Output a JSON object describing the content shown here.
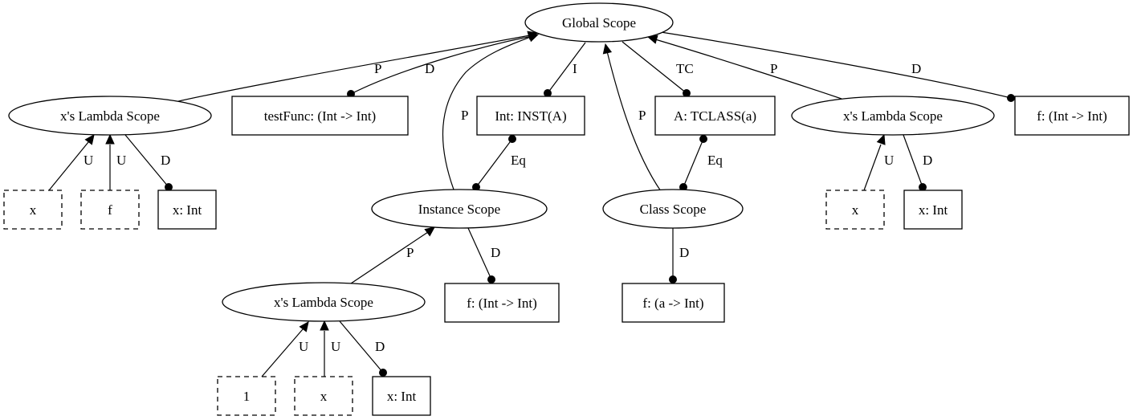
{
  "nodes": {
    "global_scope": {
      "label": "Global Scope",
      "kind": "scope"
    },
    "lambda_scope_left": {
      "label": "x's Lambda Scope",
      "kind": "scope"
    },
    "testfunc_decl": {
      "label": "testFunc: (Int -> Int)",
      "kind": "declaration"
    },
    "inst_decl": {
      "label": "Int: INST(A)",
      "kind": "declaration"
    },
    "tclass_decl": {
      "label": "A: TCLASS(a)",
      "kind": "declaration"
    },
    "lambda_scope_right": {
      "label": "x's Lambda Scope",
      "kind": "scope"
    },
    "f_decl_global": {
      "label": "f: (Int -> Int)",
      "kind": "declaration"
    },
    "x_ref_left": {
      "label": "x",
      "kind": "reference"
    },
    "f_ref_left": {
      "label": "f",
      "kind": "reference"
    },
    "x_decl_left": {
      "label": "x: Int",
      "kind": "declaration"
    },
    "instance_scope": {
      "label": "Instance Scope",
      "kind": "scope"
    },
    "class_scope": {
      "label": "Class Scope",
      "kind": "scope"
    },
    "x_ref_right": {
      "label": "x",
      "kind": "reference"
    },
    "x_decl_right": {
      "label": "x: Int",
      "kind": "declaration"
    },
    "lambda_scope_inner": {
      "label": "x's Lambda Scope",
      "kind": "scope"
    },
    "f_decl_instance": {
      "label": "f: (Int -> Int)",
      "kind": "declaration"
    },
    "f_decl_class": {
      "label": "f: (a -> Int)",
      "kind": "declaration"
    },
    "one_ref": {
      "label": "1",
      "kind": "reference"
    },
    "x_ref_inner": {
      "label": "x",
      "kind": "reference"
    },
    "x_decl_inner": {
      "label": "x: Int",
      "kind": "declaration"
    }
  },
  "edges": [
    {
      "id": "e1",
      "from": "lambda_scope_left",
      "to": "global_scope",
      "label": "P",
      "head": "arrow"
    },
    {
      "id": "e2",
      "from": "global_scope",
      "to": "testfunc_decl",
      "label": "D",
      "head": "dot"
    },
    {
      "id": "e3",
      "from": "instance_scope",
      "to": "global_scope",
      "label": "P",
      "head": "arrow"
    },
    {
      "id": "e4",
      "from": "global_scope",
      "to": "inst_decl",
      "label": "I",
      "head": "dot"
    },
    {
      "id": "e5",
      "from": "class_scope",
      "to": "global_scope",
      "label": "P",
      "head": "arrow"
    },
    {
      "id": "e6",
      "from": "global_scope",
      "to": "tclass_decl",
      "label": "TC",
      "head": "dot"
    },
    {
      "id": "e7",
      "from": "lambda_scope_right",
      "to": "global_scope",
      "label": "P",
      "head": "arrow"
    },
    {
      "id": "e8",
      "from": "global_scope",
      "to": "f_decl_global",
      "label": "D",
      "head": "dot"
    },
    {
      "id": "e9",
      "from": "x_ref_left",
      "to": "lambda_scope_left",
      "label": "U",
      "head": "arrow"
    },
    {
      "id": "e10",
      "from": "f_ref_left",
      "to": "lambda_scope_left",
      "label": "U",
      "head": "arrow"
    },
    {
      "id": "e11",
      "from": "lambda_scope_left",
      "to": "x_decl_left",
      "label": "D",
      "head": "dot"
    },
    {
      "id": "e12",
      "from": "inst_decl",
      "to": "instance_scope",
      "label": "Eq",
      "head": "dot-both"
    },
    {
      "id": "e13",
      "from": "tclass_decl",
      "to": "class_scope",
      "label": "Eq",
      "head": "dot-both"
    },
    {
      "id": "e14",
      "from": "x_ref_right",
      "to": "lambda_scope_right",
      "label": "U",
      "head": "arrow"
    },
    {
      "id": "e15",
      "from": "lambda_scope_right",
      "to": "x_decl_right",
      "label": "D",
      "head": "dot"
    },
    {
      "id": "e16",
      "from": "lambda_scope_inner",
      "to": "instance_scope",
      "label": "P",
      "head": "arrow"
    },
    {
      "id": "e17",
      "from": "instance_scope",
      "to": "f_decl_instance",
      "label": "D",
      "head": "dot"
    },
    {
      "id": "e18",
      "from": "class_scope",
      "to": "f_decl_class",
      "label": "D",
      "head": "dot"
    },
    {
      "id": "e19",
      "from": "one_ref",
      "to": "lambda_scope_inner",
      "label": "U",
      "head": "arrow"
    },
    {
      "id": "e20",
      "from": "x_ref_inner",
      "to": "lambda_scope_inner",
      "label": "U",
      "head": "arrow"
    },
    {
      "id": "e21",
      "from": "lambda_scope_inner",
      "to": "x_decl_inner",
      "label": "D",
      "head": "dot"
    }
  ]
}
